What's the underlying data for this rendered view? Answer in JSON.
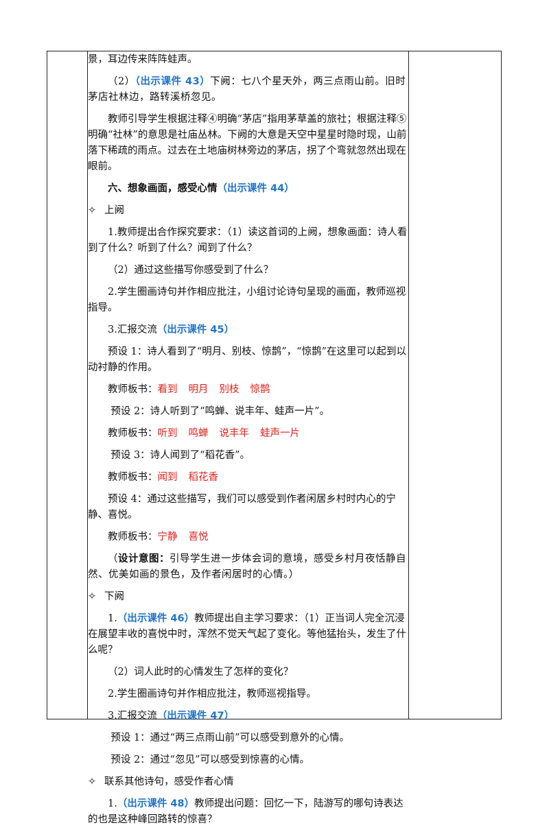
{
  "p1": "景，耳边传来阵阵蛙声。",
  "p2": {
    "pre": "（2）",
    "tag": "（出示课件 43）",
    "text": "下阙：七八个星天外，两三点雨山前。旧时茅店社林边，路转溪桥忽见。"
  },
  "p3": "教师引导学生根据注释④明确“茅店”指用茅草盖的旅社；根据注释⑤明确“社林”的意思是社庙丛林。下阙的大意是天空中星星时隐时现，山前落下稀疏的雨点。过去在土地庙树林旁边的茅店，拐了个弯就忽然出现在眼前。",
  "h6": {
    "text": "六、想象画面，感受心情",
    "tag": "（出示课件 44）"
  },
  "s1": {
    "icon": "✧",
    "text": "上阙"
  },
  "q1": "1.教师提出合作探究要求：（1）读这首词的上阙，想象画面：诗人看到了什么？听到了什么？闻到了什么？",
  "q2": "（2）通过这些描写你感受到了什么？",
  "q3": "2.学生圈画诗句并作相应批注，小组讨论诗句呈现的画面，教师巡视指导。",
  "q4": {
    "text": "3.汇报交流",
    "tag": "（出示课件 45）"
  },
  "y1": "预设 1：诗人看到了“明月、别枝、惊鹊”，“惊鹊”在这里可以起到以动衬静的作用。",
  "b1": {
    "label": "教师板书：",
    "items": [
      "看到",
      "明月",
      "别枝",
      "惊鹊"
    ]
  },
  "y2": "预设 2：诗人听到了“鸣蝉、说丰年、蛙声一片”。",
  "b2": {
    "label": "教师板书：",
    "items": [
      "听到",
      "鸣蝉",
      "说丰年",
      "蛙声一片"
    ]
  },
  "y3": "预设 3：诗人闻到了“稻花香”。",
  "b3": {
    "label": "教师板书：",
    "items": [
      "闻到",
      "稻花香"
    ]
  },
  "y4": "预设 4：通过这些描写，我们可以感受到作者闲居乡村时内心的宁静、喜悦。",
  "b4": {
    "label": "教师板书：",
    "items": [
      "宁静",
      "喜悦"
    ]
  },
  "design": {
    "open": "（",
    "label": "设计意图：",
    "text": "引导学生进一步体会词的意境，感受乡村月夜恬静自然、优美如画的景色，及作者闲居时的心情。）"
  },
  "s2": {
    "icon": "✧",
    "text": "下阙"
  },
  "r1": {
    "pre": "1.",
    "tag": "（出示课件 46）",
    "text": "教师提出自主学习要求：（1）正当词人完全沉浸在展望丰收的喜悦中时，浑然不觉天气起了变化。等他猛抬头，发生了什么呢？"
  },
  "r2": "（2）词人此时的心情发生了怎样的变化？",
  "r3": "2.学生圈画诗句并作相应批注，教师巡视指导。",
  "r4": {
    "text": "3.汇报交流",
    "tag": "（出示课件 47）"
  },
  "z1": "预设 1：通过“两三点雨山前”可以感受到意外的心情。",
  "z2": "预设 2：通过“忽见”可以感受到惊喜的心情。",
  "s3": {
    "icon": "✧",
    "text": "联系其他诗句，感受作者心情"
  },
  "t1": {
    "pre": "1.",
    "tag": "（出示课件 48）",
    "text": "教师提出问题：回忆一下，陆游写的哪句诗表达的也是这种峰回路转的惊喜？"
  }
}
